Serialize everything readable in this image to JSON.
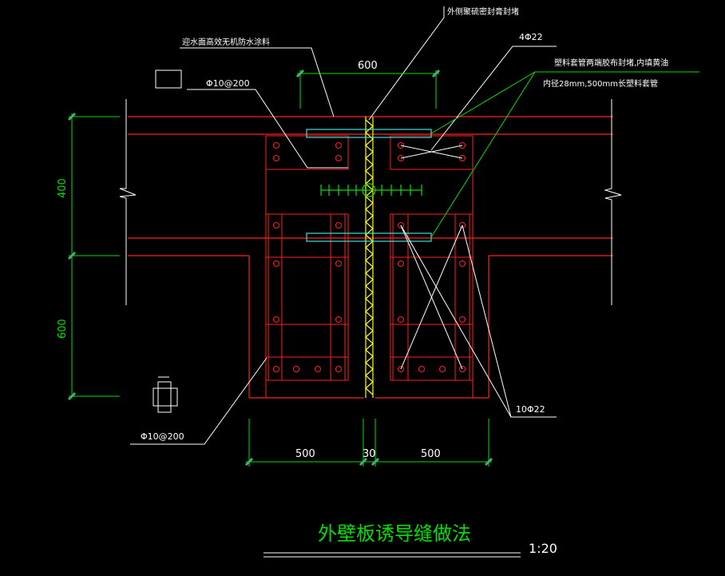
{
  "drawing": {
    "title": "外壁板诱导缝做法",
    "scale": "1:20",
    "colors": {
      "background": "#000000",
      "concrete": "#ff2020",
      "leader": "#ffffff",
      "dimension": "#00e000",
      "pipe": "#40e0e0",
      "joint": "#ffff00",
      "tick": "#3cb371"
    },
    "labels": {
      "outer_sealant": "外侧聚硫密封膏封堵",
      "waterproof_coating": "迎水面高效无机防水涂料",
      "stirrup_top": "Φ10@200",
      "bar_top": "4Φ22",
      "pipe_seal": "塑料套管两端胶布封堵,内填黄油",
      "pipe_spec": "内径28mm,500mm长塑料套管",
      "bar_bottom": "10Φ22",
      "stirrup_bottom": "Φ10@200"
    },
    "dimensions": {
      "d600_top": "600",
      "d400": "400",
      "d600_left": "600",
      "d500_left": "500",
      "d30": "30",
      "d500_right": "500"
    }
  }
}
